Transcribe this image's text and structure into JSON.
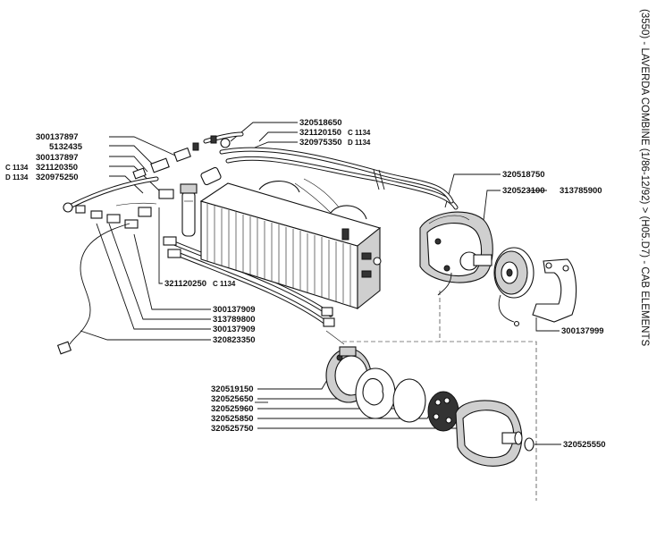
{
  "title": "(3550) - LAVERDA COMBINE (1/86-12/92) > (H05.D7) - CAB ELEMENTS",
  "parts": [
    {
      "id": "p1",
      "number": "300137897",
      "suffix": ""
    },
    {
      "id": "p2",
      "number": "5132435",
      "suffix": ""
    },
    {
      "id": "p3",
      "number": "300137897",
      "suffix": ""
    },
    {
      "id": "p4",
      "number": "321120350",
      "suffix": "C 1134",
      "suffix_left": true
    },
    {
      "id": "p5",
      "number": "320975250",
      "suffix": "D 1134",
      "suffix_left": true
    },
    {
      "id": "p6",
      "number": "320518650",
      "suffix": ""
    },
    {
      "id": "p7",
      "number": "321120150",
      "suffix": "C 1134"
    },
    {
      "id": "p8",
      "number": "320975350",
      "suffix": "D 1134"
    },
    {
      "id": "p9",
      "number": "320518750",
      "suffix": ""
    },
    {
      "id": "p10",
      "number": "320523100",
      "suffix": ""
    },
    {
      "id": "p11",
      "number": "313785900",
      "suffix": ""
    },
    {
      "id": "p12",
      "number": "321120250",
      "suffix": "C 1134"
    },
    {
      "id": "p13",
      "number": "300137909",
      "suffix": ""
    },
    {
      "id": "p14",
      "number": "313789800",
      "suffix": ""
    },
    {
      "id": "p15",
      "number": "300137909",
      "suffix": ""
    },
    {
      "id": "p16",
      "number": "320823350",
      "suffix": ""
    },
    {
      "id": "p17",
      "number": "300137999",
      "suffix": ""
    },
    {
      "id": "p18",
      "number": "320519150",
      "suffix": ""
    },
    {
      "id": "p19",
      "number": "320525650",
      "suffix": ""
    },
    {
      "id": "p20",
      "number": "320525960",
      "suffix": ""
    },
    {
      "id": "p21",
      "number": "320525850",
      "suffix": ""
    },
    {
      "id": "p22",
      "number": "320525750",
      "suffix": ""
    },
    {
      "id": "p23",
      "number": "320525550",
      "suffix": ""
    }
  ]
}
